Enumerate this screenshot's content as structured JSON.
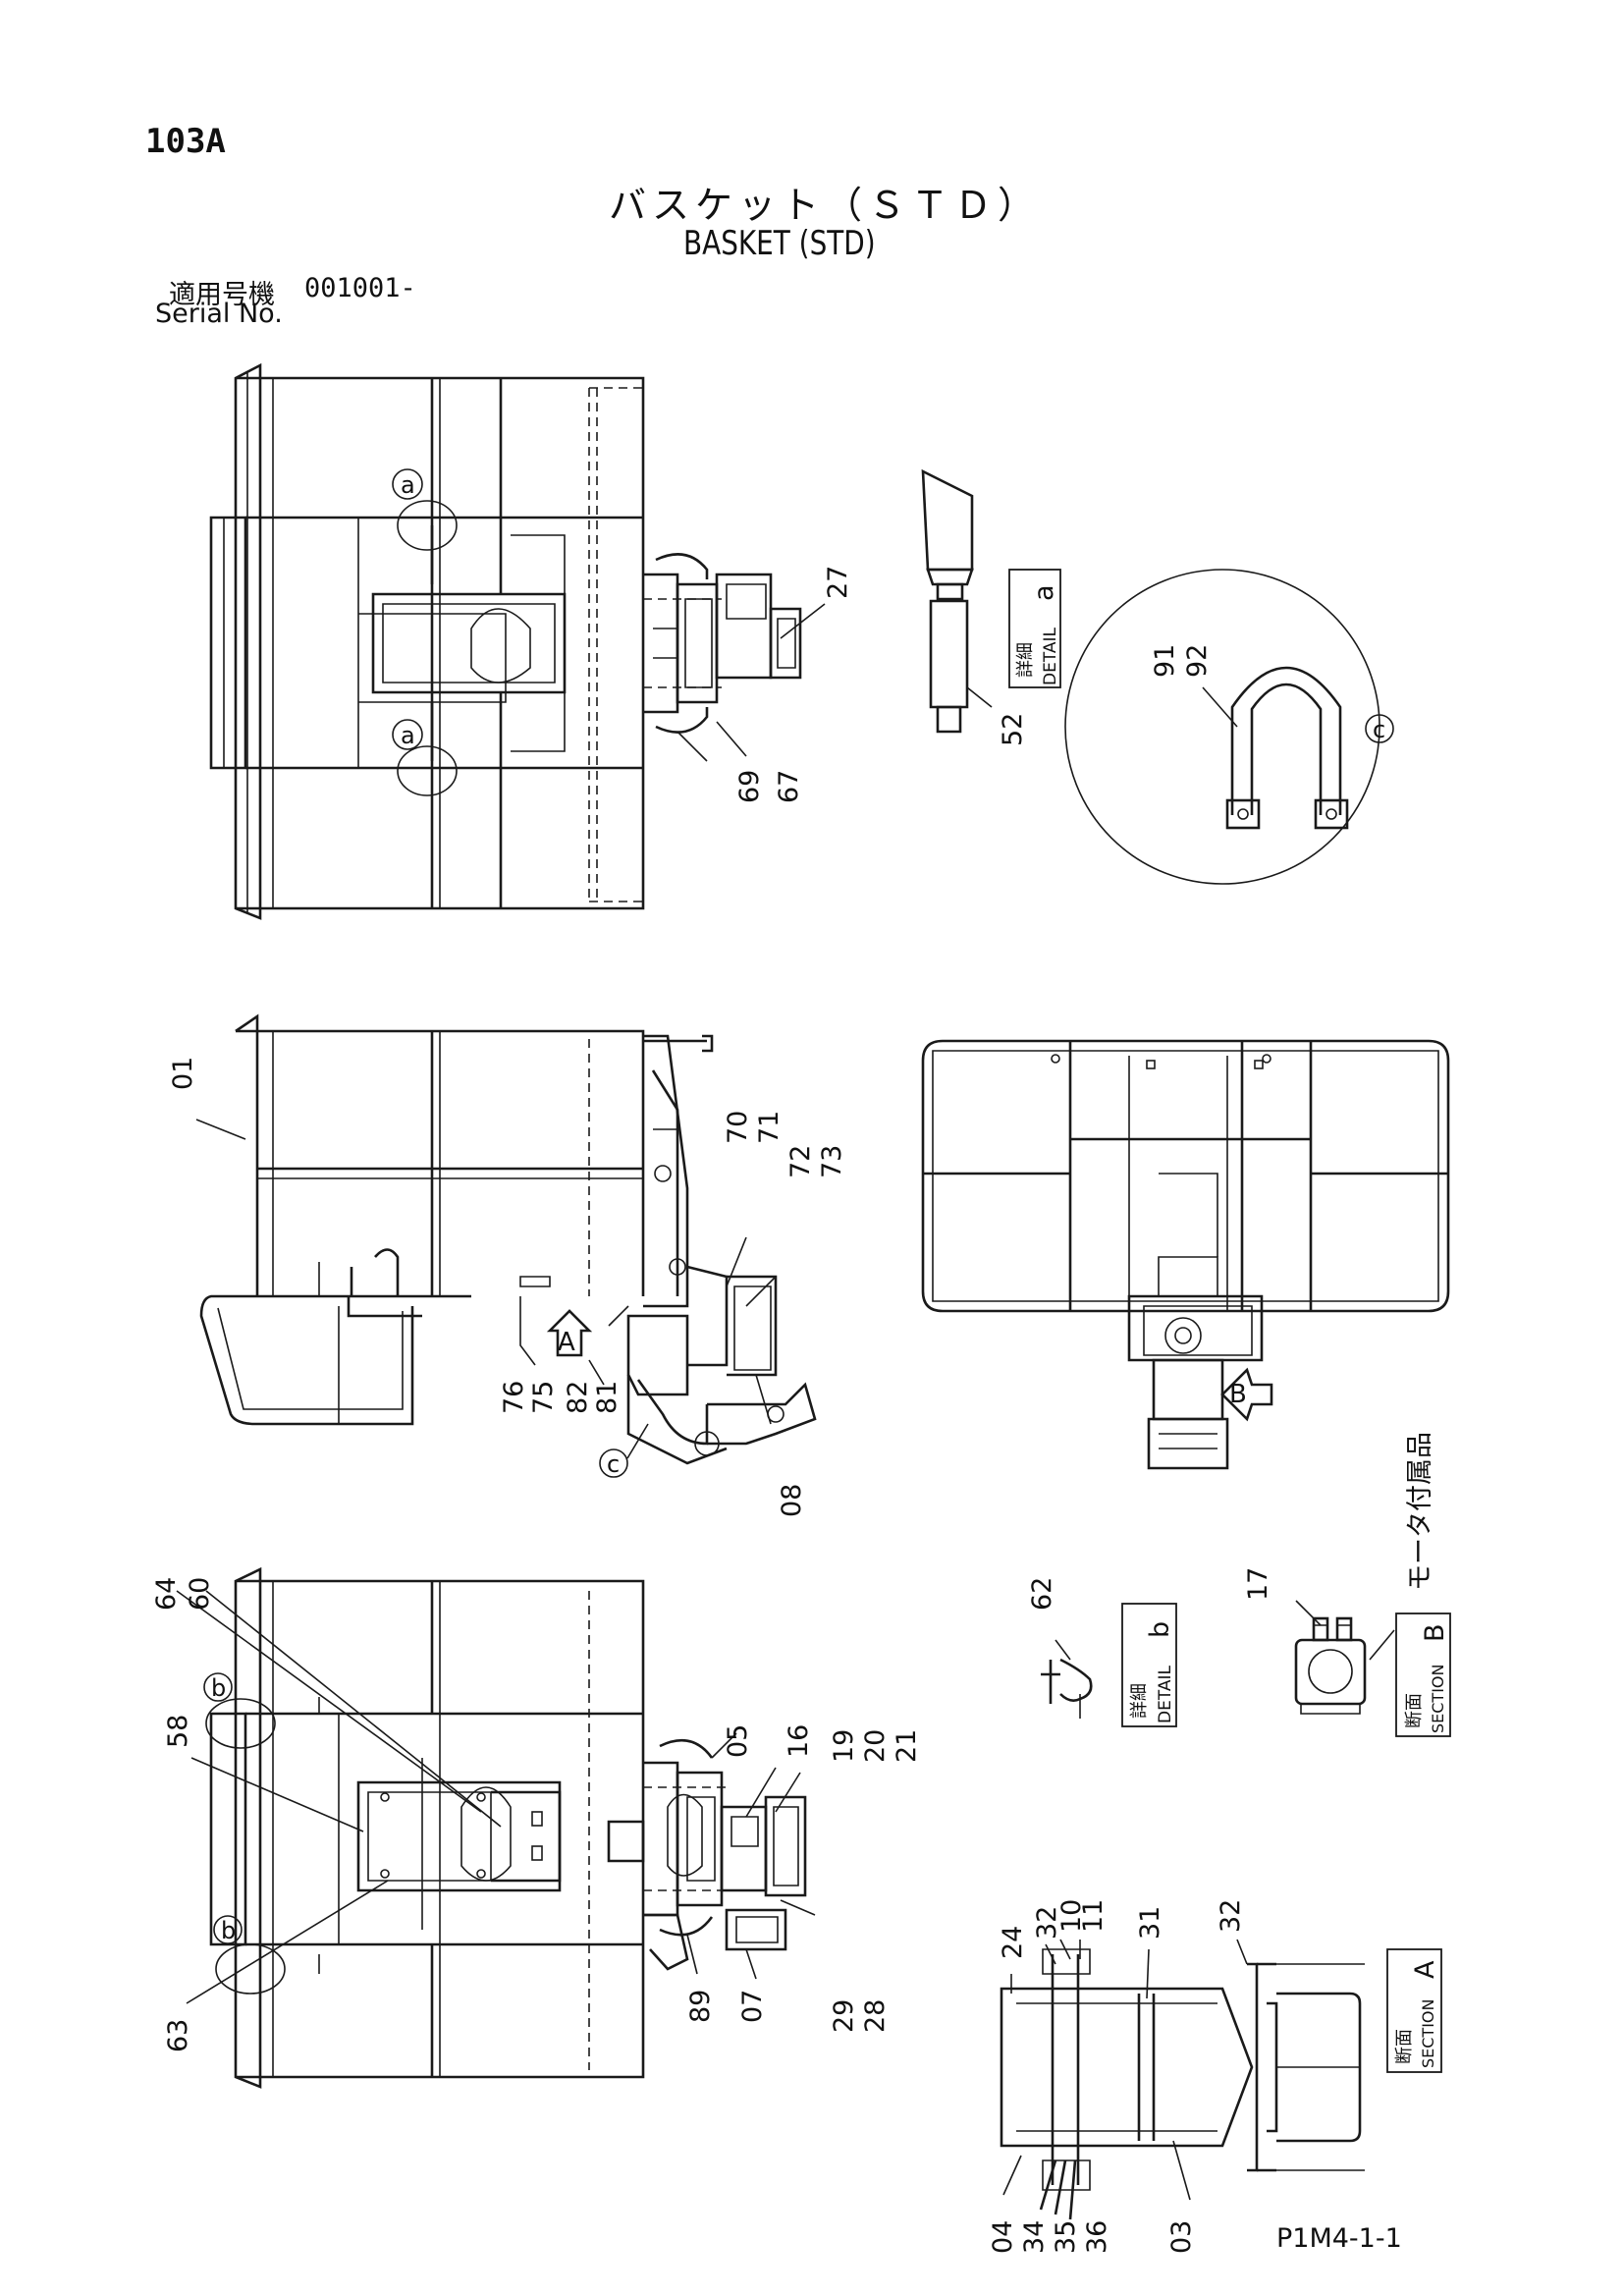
{
  "page_number": "103A",
  "title_jp": "バスケット（ＳＴＤ）",
  "title_en": "BASKET (STD)",
  "serial_label_jp": "適用号機",
  "serial_value": "001001-",
  "serial_label_en": "Serial No.",
  "drawing_code": "P1M4-1-1",
  "part_labels": {
    "p01": "01",
    "p03": "03",
    "p04": "04",
    "p05": "05",
    "p07": "07",
    "p08": "08",
    "p10": "10",
    "p11": "11",
    "p16": "16",
    "p17": "17",
    "p19": "19",
    "p20": "20",
    "p21": "21",
    "p24": "24",
    "p27": "27",
    "p28": "28",
    "p29": "29",
    "p31": "31",
    "p32": "32",
    "p34": "34",
    "p35": "35",
    "p36": "36",
    "p52": "52",
    "p58": "58",
    "p60": "60",
    "p62": "62",
    "p63": "63",
    "p64": "64",
    "p67": "67",
    "p69": "69",
    "p70": "70",
    "p71": "71",
    "p72": "72",
    "p73": "73",
    "p75": "75",
    "p76": "76",
    "p81": "81",
    "p82": "82",
    "p89": "89",
    "p91": "91",
    "p92": "92"
  },
  "detail_markers": {
    "a": "a",
    "b": "b",
    "c": "c"
  },
  "view_arrows": {
    "A": "A",
    "B": "B"
  },
  "detail_a": {
    "jp": "詳細",
    "en": "DETAIL",
    "letter": "a"
  },
  "detail_b": {
    "jp": "詳細",
    "en": "DETAIL",
    "letter": "b"
  },
  "section_a": {
    "jp": "断面",
    "en": "SECTION",
    "letter": "A"
  },
  "section_b": {
    "jp": "断面",
    "en": "SECTION",
    "letter": "B"
  },
  "motor_accessory": "モータ付属品"
}
